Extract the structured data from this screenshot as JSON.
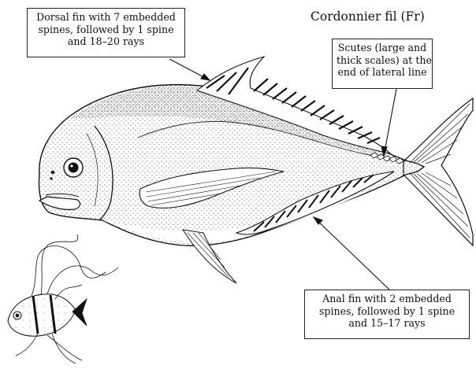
{
  "header": {
    "title": "Cordonnier fil (Fr)"
  },
  "callouts": {
    "dorsal": {
      "lines": [
        "Dorsal fin with 7 embedded",
        "spines, followed by 1 spine",
        "and 18–20 rays"
      ]
    },
    "scutes": {
      "lines": [
        "Scutes (large and",
        "thick scales) at the",
        "end of lateral line"
      ]
    },
    "anal": {
      "lines": [
        "Anal fin with 2 embedded",
        "spines, followed by 1 spine",
        "and 15–17 rays"
      ]
    }
  },
  "colors": {
    "ink": "#111111",
    "background": "#ffffff"
  },
  "icons": {
    "adult": "adult-fish-illustration",
    "juvenile": "juvenile-fish-illustration"
  }
}
